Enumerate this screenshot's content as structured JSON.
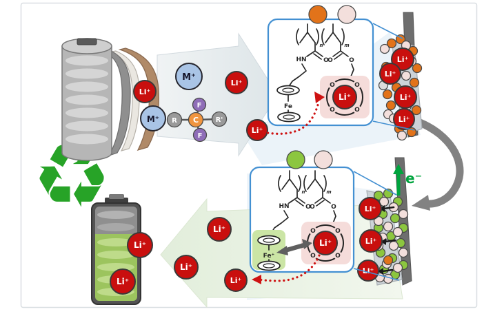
{
  "labels": {
    "li_ion": "Li⁺",
    "metal_ion": "M⁺",
    "electron": "e⁻"
  },
  "molecule": {
    "r_group": "R",
    "carbon": "C",
    "fluorine": "F",
    "r_prime_group": "R'"
  },
  "polymer": {
    "amine": "HN",
    "oxygen": "O",
    "repeat_n": "n",
    "repeat_m": "m",
    "ferrocene": "Fe",
    "ferrocenium": "Fe⁺"
  },
  "colors": {
    "li_red": "#c90f0e",
    "metal_blue": "#a9c4e6",
    "carbon_orange": "#f0953f",
    "fluorine_purple": "#8f6db8",
    "r_gray": "#9a9a9a",
    "recycle_green": "#27a327",
    "electron_green": "#00a43e",
    "box_blue": "#4390d2",
    "crown_pink": "#f5dcda",
    "ferrocenium_green": "#cbe5a5",
    "particle_orange": "#e2731a",
    "particle_green": "#8cc63f",
    "particle_pink": "#f3dfdc",
    "electrode_gray": "#6e6e6e",
    "separator_brown": "#b08a68"
  }
}
